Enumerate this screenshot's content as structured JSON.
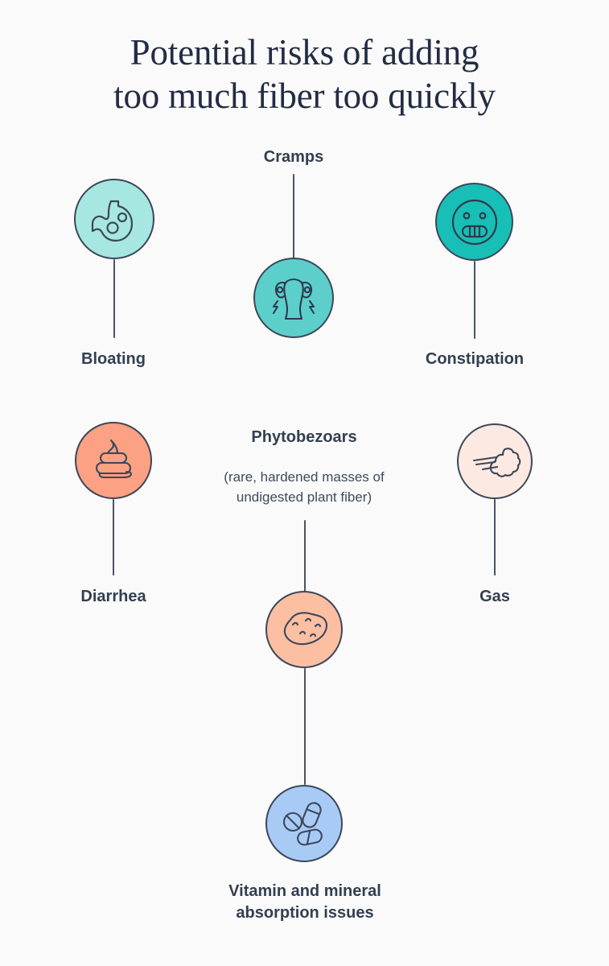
{
  "title": {
    "line1": "Potential risks of adding",
    "line2": "too much fiber too quickly"
  },
  "colors": {
    "background": "#fafafa",
    "ink": "#333f51",
    "title_ink": "#232c43",
    "stroke": "#3d4759",
    "mint": "#a6e7e1",
    "teal": "#5ccfcb",
    "teal_dark": "#17bfb6",
    "coral": "#fca183",
    "peach": "#fcbfa2",
    "peach_light": "#fce9e1",
    "blue": "#a8cbf6"
  },
  "nodes": [
    {
      "id": "bloating",
      "label": "Bloating",
      "icon": "stomach-bloating-icon",
      "color": "#a6e7e1",
      "label_position": "below"
    },
    {
      "id": "cramps",
      "label": "Cramps",
      "icon": "uterus-cramps-icon",
      "color": "#5ccfcb",
      "label_position": "above"
    },
    {
      "id": "constipation",
      "label": "Constipation",
      "icon": "grimacing-face-icon",
      "color": "#17bfb6",
      "label_position": "below"
    },
    {
      "id": "diarrhea",
      "label": "Diarrhea",
      "icon": "stool-icon",
      "color": "#fca183",
      "label_position": "below"
    },
    {
      "id": "phytobezoars",
      "label": "Phytobezoars",
      "sublabel_line1": "(rare, hardened masses of",
      "sublabel_line2": "undigested plant fiber)",
      "icon": "fiber-mass-icon",
      "color": "#fcbfa2",
      "label_position": "above"
    },
    {
      "id": "gas",
      "label": "Gas",
      "icon": "gas-puff-icon",
      "color": "#fce9e1",
      "label_position": "below"
    },
    {
      "id": "vitamins",
      "label_line1": "Vitamin and mineral",
      "label_line2": "absorption issues",
      "icon": "pills-icon",
      "color": "#a8cbf6",
      "label_position": "below"
    }
  ]
}
